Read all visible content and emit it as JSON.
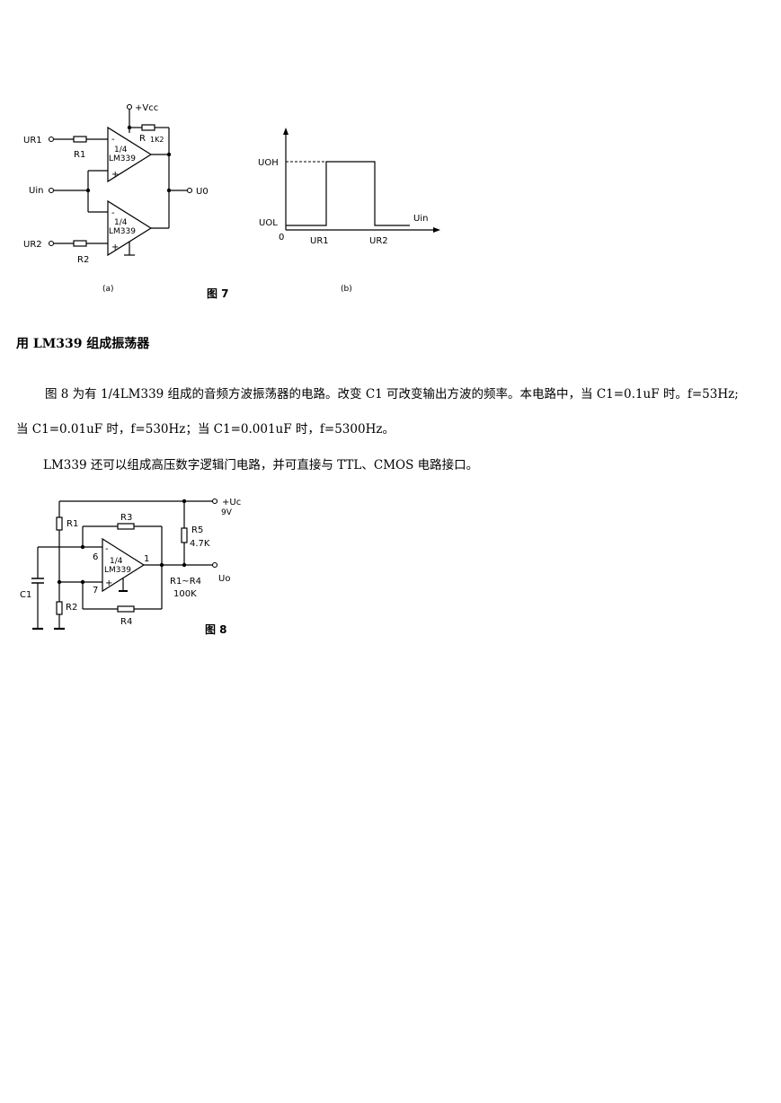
{
  "figure7": {
    "a": {
      "supply": "+Vcc",
      "input1": "UR1",
      "input2": "UR2",
      "input_signal": "Uin",
      "output": "U0",
      "resistor1": "R1",
      "resistor2": "R2",
      "pullup": "R",
      "pullup_value": "1K2",
      "opamp_fraction": "1/4",
      "opamp_part": "LM339",
      "minus": "-",
      "plus": "+",
      "sublabel": "(a)"
    },
    "b": {
      "level_high": "UOH",
      "level_low": "UOL",
      "origin": "0",
      "threshold1": "UR1",
      "threshold2": "UR2",
      "x_axis": "Uin",
      "sublabel": "(b)"
    },
    "caption": "图 7"
  },
  "section_heading": "用 LM339 组成振荡器",
  "paragraphs": {
    "p1_line1": "图 8 为有 1/4LM339 组成的音频方波振荡器的电路。改变 C1 可改变输出方波的频率。本电路中，当 C1=0.1uF 时。f=53Hz;",
    "p1_line2": "当 C1=0.01uF 时，f=530Hz；当 C1=0.001uF 时，f=5300Hz。",
    "p2": "LM339 还可以组成高压数字逻辑门电路，并可直接与 TTL、CMOS 电路接口。"
  },
  "figure8": {
    "supply": "+Ucc",
    "supply_value": "9V",
    "r1": "R1",
    "r2": "R2",
    "r3": "R3",
    "r4": "R4",
    "r5": "R5",
    "r5_value": "4.7K",
    "range_label": "R1~R4",
    "range_value": "100K",
    "c1": "C1",
    "output": "Uo",
    "pin6": "6",
    "pin7": "7",
    "pin1": "1",
    "opamp_fraction": "1/4",
    "opamp_part": "LM339",
    "minus": "-",
    "plus": "+",
    "caption": "图 8"
  }
}
